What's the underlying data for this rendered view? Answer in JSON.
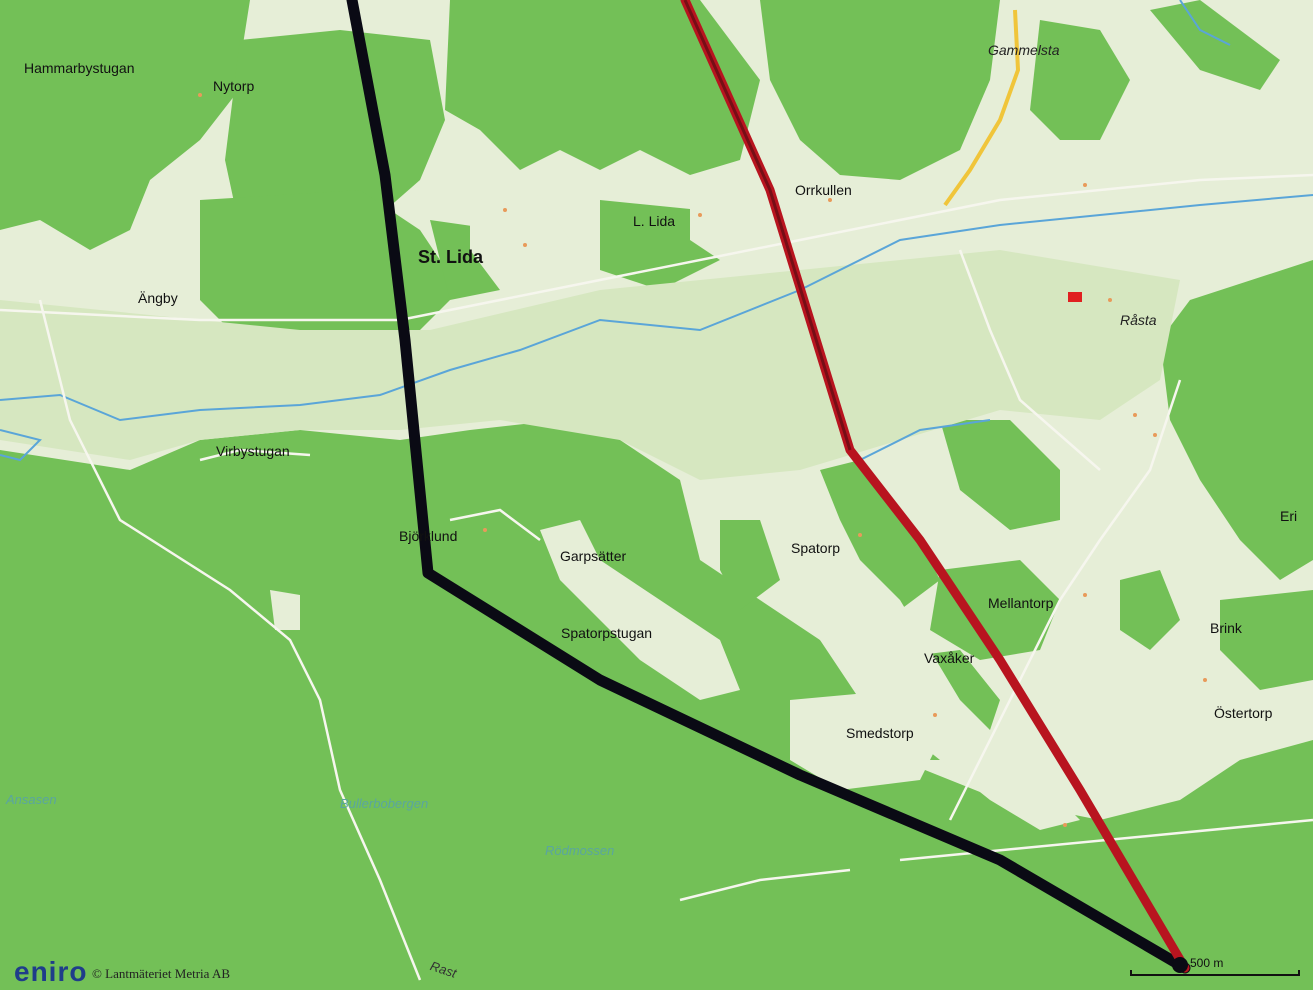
{
  "places": {
    "hammarbystugan": "Hammarbystugan",
    "nytorp": "Nytorp",
    "gammelsta": "Gammelsta",
    "orrkullen": "Orrkullen",
    "l_lida": "L. Lida",
    "st_lida": "St. Lida",
    "angby": "Ängby",
    "rasta": "Råsta",
    "virbystugan": "Virbystugan",
    "bjorklund": "Björklund",
    "garpsatter": "Garpsätter",
    "spatorp": "Spatorp",
    "mellantorp": "Mellantorp",
    "eri": "Eri",
    "brink": "Brink",
    "spatorpstugan": "Spatorpstugan",
    "vaxaker": "Vaxåker",
    "ostertorp": "Östertorp",
    "smedstorp": "Smedstorp",
    "ansasen": "Ansasen",
    "bullerbomossen": "Bullerbobergen",
    "rodmossen": "Rödmossen",
    "rast": "Rast"
  },
  "attribution": {
    "logo": "eniro",
    "copyright": "© Lantmäteriet Metria AB"
  },
  "scale": {
    "label": "500 m"
  },
  "colors": {
    "forest": "#73c057",
    "open_land": "#e6eed7",
    "field": "#d6e7c0",
    "water": "#5aa5d8",
    "route_black": "#0a0a14",
    "route_red": "#b8141f",
    "road_yellow": "#f0c53a"
  }
}
